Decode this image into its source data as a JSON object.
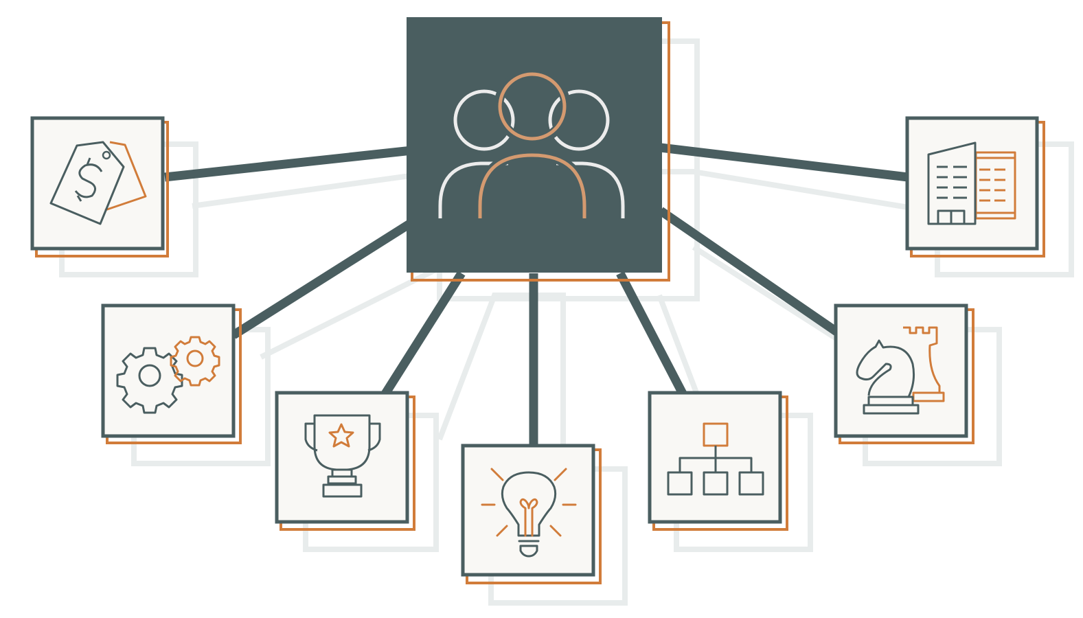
{
  "colors": {
    "primary": "#4a5e60",
    "accent": "#d17c3a",
    "accent_soft": "#d49a70",
    "box_fill": "#f9f8f5",
    "shadow": "#e8ecec",
    "light": "#ececec"
  },
  "hub": {
    "icon": "team-group-icon"
  },
  "nodes": [
    {
      "id": "pricing",
      "icon": "price-tag-dollar-icon"
    },
    {
      "id": "operations",
      "icon": "gears-icon"
    },
    {
      "id": "achievement",
      "icon": "trophy-star-icon"
    },
    {
      "id": "ideas",
      "icon": "lightbulb-icon"
    },
    {
      "id": "structure",
      "icon": "org-chart-icon"
    },
    {
      "id": "strategy",
      "icon": "chess-pieces-icon"
    },
    {
      "id": "company",
      "icon": "office-building-icon"
    }
  ]
}
